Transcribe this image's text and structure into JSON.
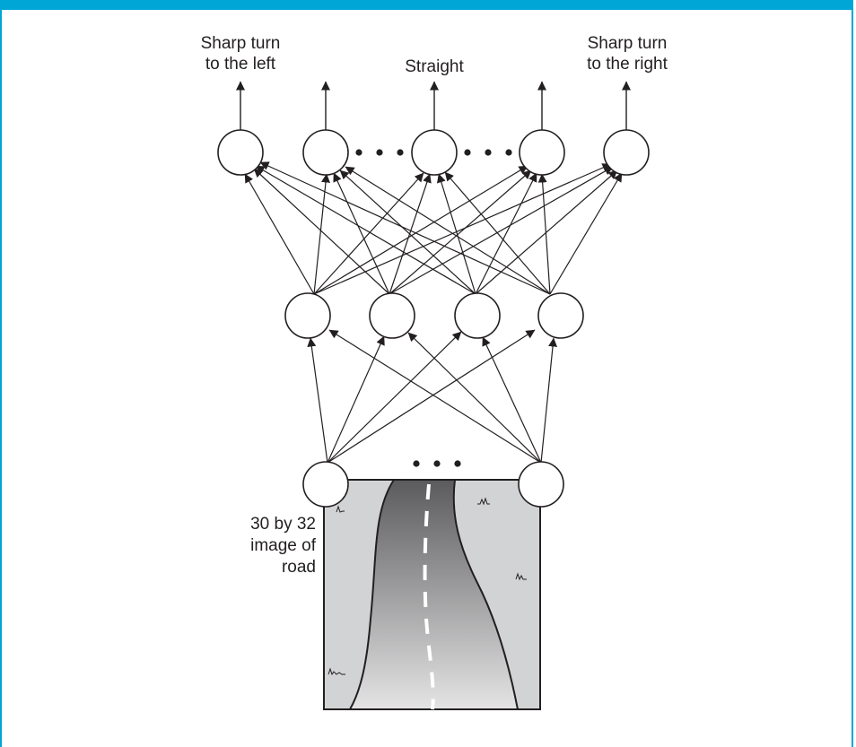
{
  "labels": {
    "left_line1": "Sharp turn",
    "left_line2": "to the left",
    "center": "Straight",
    "right_line1": "Sharp turn",
    "right_line2": "to the right"
  },
  "image_caption": {
    "line1": "30 by 32",
    "line2": "image of",
    "line3": "road"
  },
  "colors": {
    "accent_border": "#00a6d6",
    "stroke": "#231f20",
    "grass": "#d2d3d5",
    "road_dark": "#5b5b5d",
    "road_light": "#e4e4e5"
  }
}
